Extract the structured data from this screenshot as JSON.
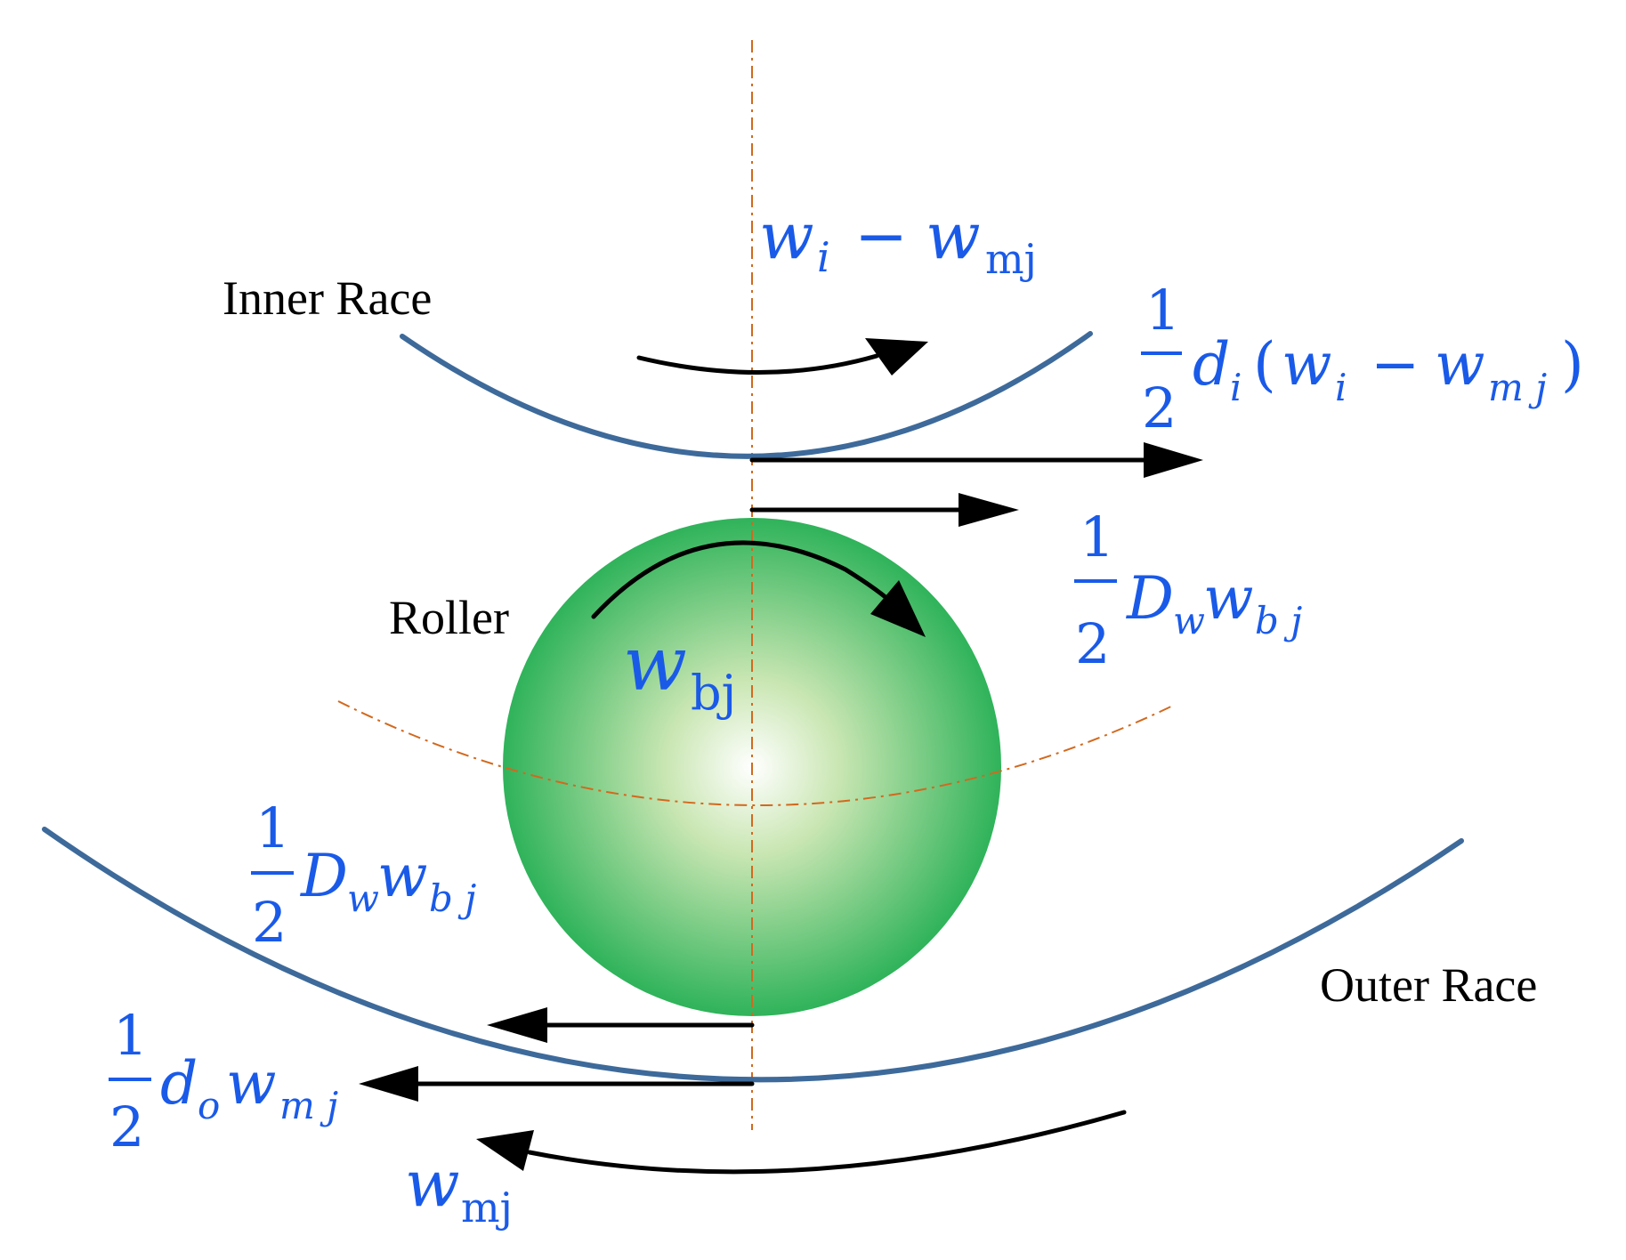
{
  "labels": {
    "inner_race": "Inner Race",
    "roller": "Roller",
    "outer_race": "Outer Race"
  },
  "formulas": {
    "top_rel": {
      "w": "w",
      "i": "i",
      "minus": "−",
      "w2": "w",
      "mj": "mj"
    },
    "inner_contact": {
      "num": "1",
      "den": "2",
      "d": "d",
      "i": "i",
      "lp": "(",
      "w": "w",
      "i2": "i",
      "minus": "−",
      "w2": "w",
      "mj": "m j",
      "rp": ")"
    },
    "roller_top": {
      "num": "1",
      "den": "2",
      "D": "D",
      "w_sub": "w",
      "w": "w",
      "bj": "b j"
    },
    "roller_spin": {
      "w": "w",
      "bj": "bj"
    },
    "roller_bottom": {
      "num": "1",
      "den": "2",
      "D": "D",
      "w_sub": "w",
      "w": "w",
      "bj": "b j"
    },
    "outer_contact": {
      "num": "1",
      "den": "2",
      "d": "d",
      "o": "o",
      "w": "w",
      "mj": "m j"
    },
    "cage": {
      "w": "w",
      "mj": "mj"
    }
  },
  "colors": {
    "race": "#3d6a9a",
    "math": "#1a5ae8",
    "axis": "#d2691e",
    "roller_center": "#ffffff",
    "roller_edge": "#2fb35a"
  }
}
